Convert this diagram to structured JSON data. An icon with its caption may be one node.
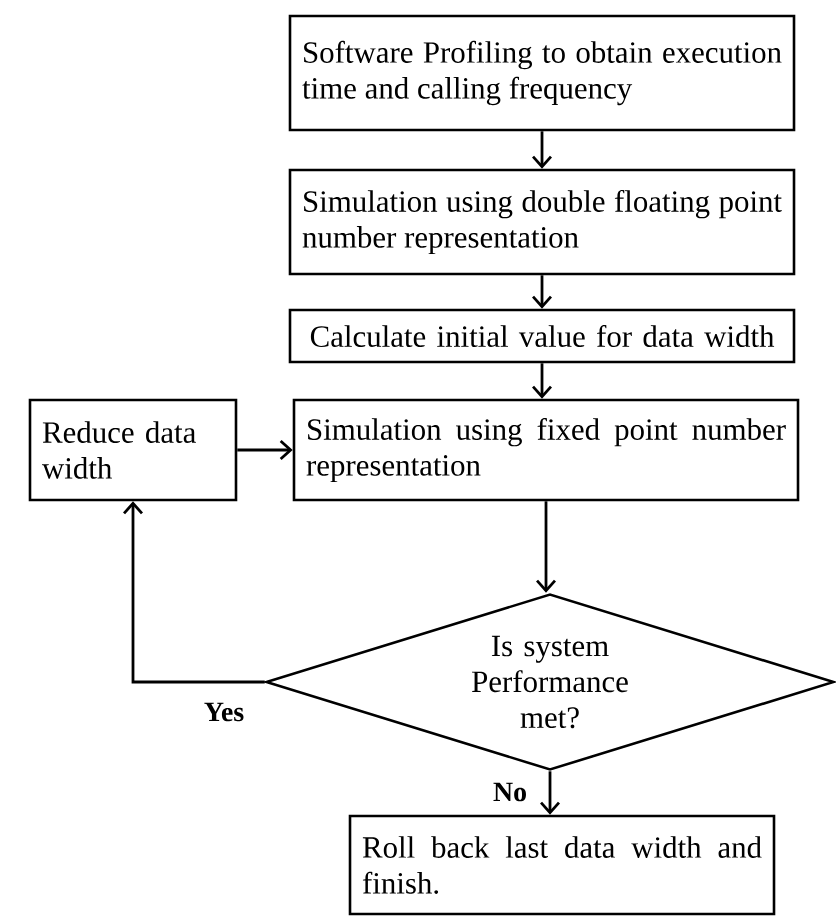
{
  "diagram": {
    "nodes": [
      {
        "text": [
          "Software Profiling to obtain execution time and calling frequency"
        ]
      },
      {
        "text": [
          "Simulation using double floating point number representation"
        ]
      },
      {
        "text": [
          "Calculate initial value for data width"
        ]
      },
      {
        "text": [
          "Simulation using fixed point number representation"
        ]
      },
      {
        "text": [
          "Reduce data width"
        ]
      },
      {
        "text": [
          "Is system Performance met?"
        ]
      },
      {
        "text": [
          "Roll back last data width and finish."
        ]
      }
    ],
    "edges": [
      {
        "from": 0,
        "to": 1,
        "arrow": "to"
      },
      {
        "from": 1,
        "to": 2,
        "arrow": "to"
      },
      {
        "from": 2,
        "to": 3,
        "arrow": "to"
      },
      {
        "from": 4,
        "to": 3,
        "arrow": "to"
      },
      {
        "from": 3,
        "to": 5,
        "arrow": "to"
      },
      {
        "from": 5,
        "to": 4,
        "arrow": "to",
        "label": "Yes"
      },
      {
        "from": 5,
        "to": 6,
        "arrow": "to",
        "label": "No"
      }
    ]
  }
}
